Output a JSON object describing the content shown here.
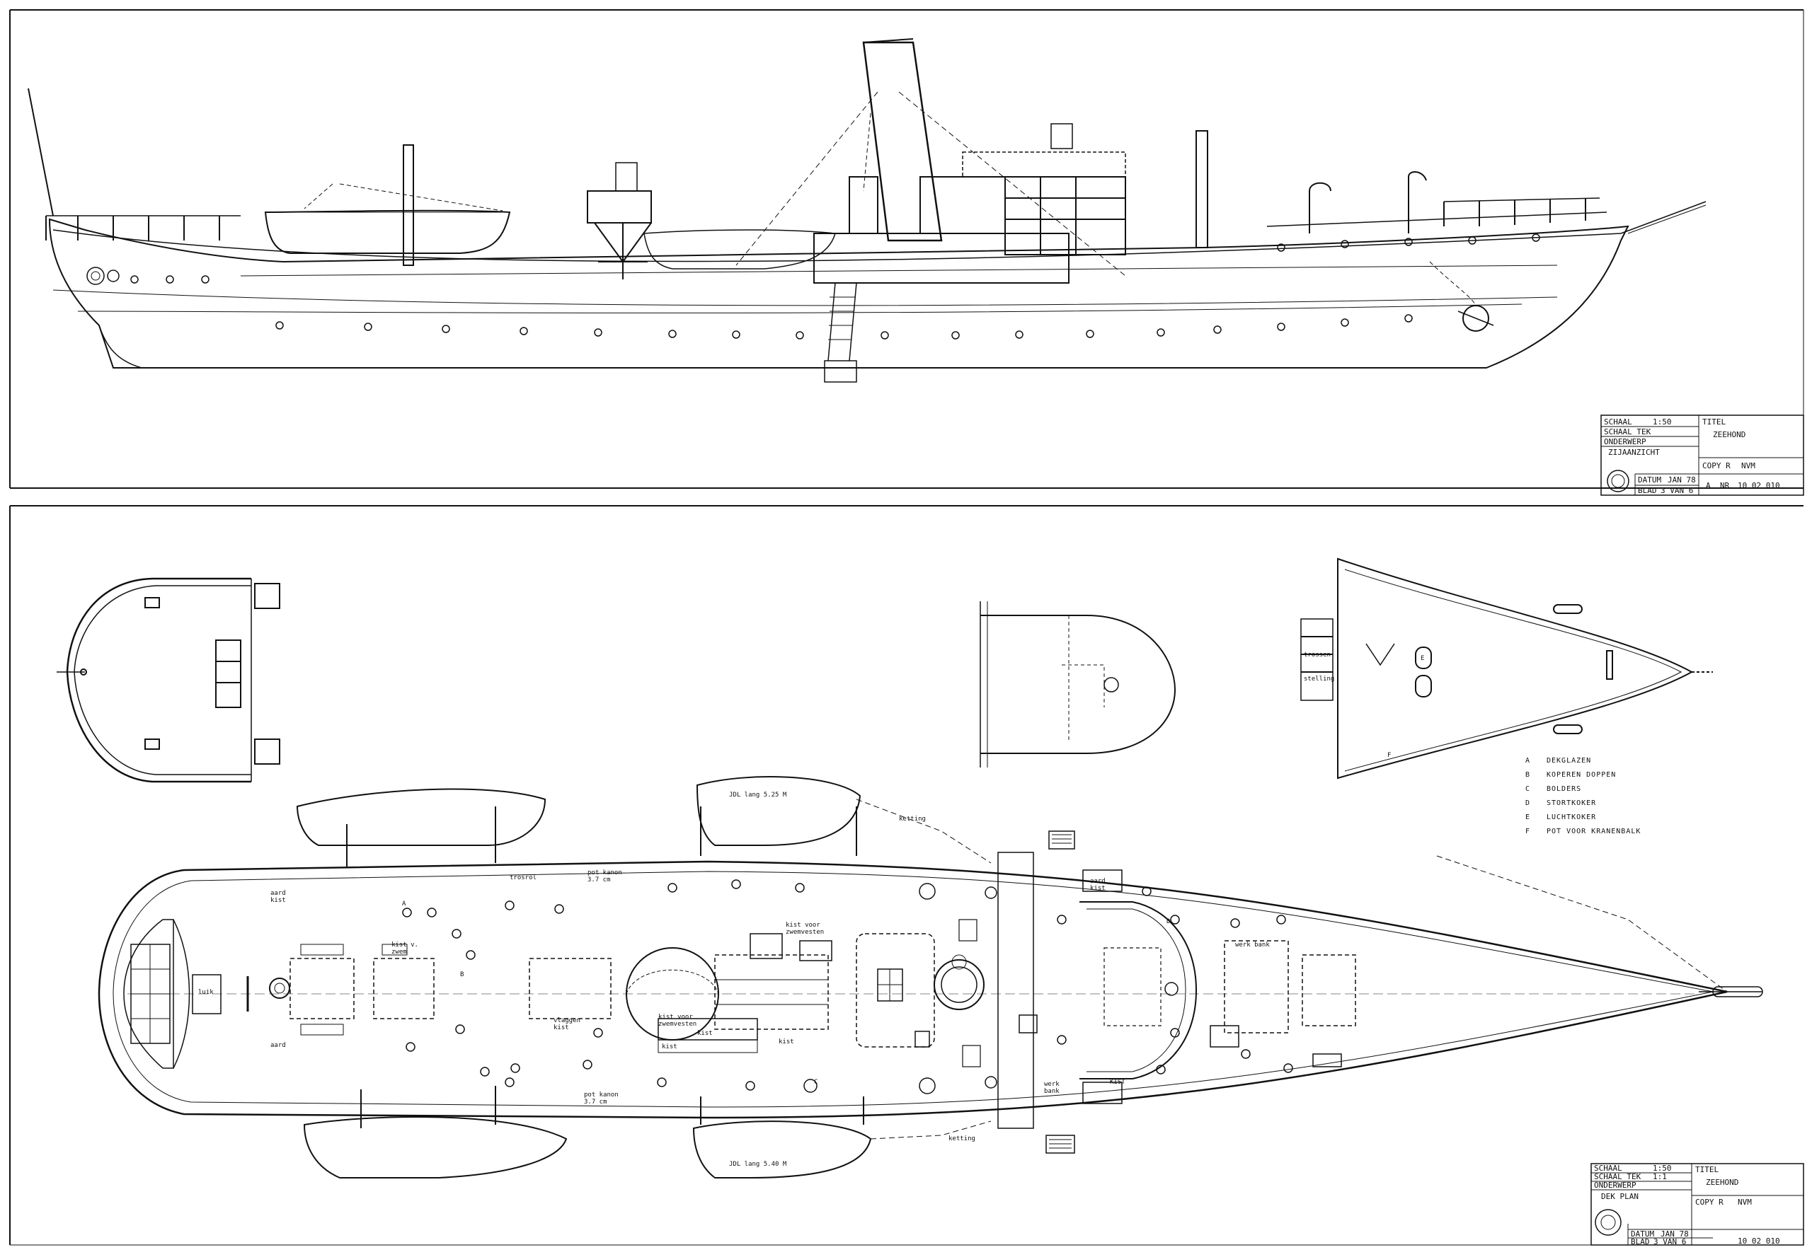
{
  "sheet_top": {
    "title_block": {
      "schaal_label": "SCHAAL",
      "schaal_value": "1:50",
      "schaal_tek_label": "SCHAAL TEK",
      "schaal_tek_value": "",
      "titel_label": "TITEL",
      "titel_value": "ZEEHOND",
      "onderwerp_label": "ONDERWERP",
      "onderwerp_value": "ZIJAANZICHT",
      "copy_label": "COPY R",
      "copy_value": "NVM",
      "datum_label": "DATUM",
      "datum_value": "JAN 78",
      "blad_label": "BLAD",
      "blad_value": "3 VAN 6",
      "rev_value": "A",
      "nr_label": "NR",
      "nr_value": "10 02 010"
    }
  },
  "sheet_bottom": {
    "title_block": {
      "schaal_label": "SCHAAL",
      "schaal_value": "1:50",
      "schaal_tek_label": "SCHAAL TEK",
      "schaal_tek_value": "1:1",
      "titel_label": "TITEL",
      "titel_value": "ZEEHOND",
      "onderwerp_label": "ONDERWERP",
      "onderwerp_value": "DEK PLAN",
      "copy_label": "COPY R",
      "copy_value": "NVM",
      "datum_label": "DATUM",
      "datum_value": "JAN 78",
      "blad_label": "BLAD",
      "blad_value": "3 VAN 6",
      "nr_value": "10 02 010"
    },
    "legend": [
      {
        "key": "A",
        "text": "DEKGLAZEN"
      },
      {
        "key": "B",
        "text": "KOPEREN DOPPEN"
      },
      {
        "key": "C",
        "text": "BOLDERS"
      },
      {
        "key": "D",
        "text": "STORTKOKER"
      },
      {
        "key": "E",
        "text": "LUCHTKOKER"
      },
      {
        "key": "F",
        "text": "POT VOOR KRANENBALK"
      }
    ],
    "boats": {
      "top_right": "JDL  lang  5.25 M",
      "bottom_right": "JDL  lang  5.40 M"
    },
    "deck_labels": {
      "ketting_top": "ketting",
      "ketting_bottom": "ketting",
      "trosrol": "trosrol",
      "pot_kanon_top": "pot kanon\n3.7 cm",
      "pot_kanon_bottom": "pot kanon\n3.7 cm",
      "vlaggen_kist": "vlaggen\nkist",
      "kist_voor_zwemvesten_1": "kist voor\nzwemvesten",
      "kist_voor_zwemvesten_2": "kist voor\nzwemvesten",
      "kist_1": "kist",
      "kist_2": "kist",
      "kist_3": "kist",
      "kist_4": "KIST",
      "aard_kist_1": "aard\nkist",
      "aard_kist_2": "aard\nkist",
      "werkbank_1": "werk\nbank",
      "werkbank_2": "werk bank",
      "kist_tekst_top": "kist v.\nzwem",
      "luik": "luik",
      "trossen": "trossen",
      "stelling": "stelling",
      "aard": "aard",
      "marker_A": "A",
      "marker_B": "B",
      "marker_C": "C",
      "marker_D": "D",
      "marker_E": "E",
      "marker_F": "F"
    }
  }
}
